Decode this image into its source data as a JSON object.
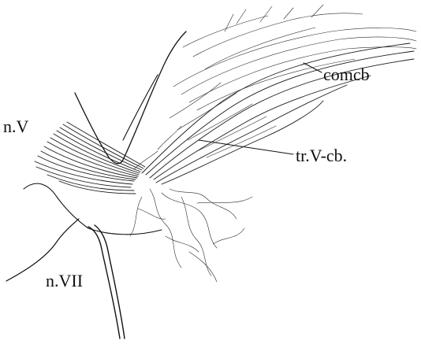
{
  "labels": {
    "comcb": "comcb",
    "nV": "n.V",
    "trVcb": "tr.V-cb.",
    "nVII": "n.VII"
  },
  "colors": {
    "ink": "#111111",
    "paper": "#ffffff"
  }
}
